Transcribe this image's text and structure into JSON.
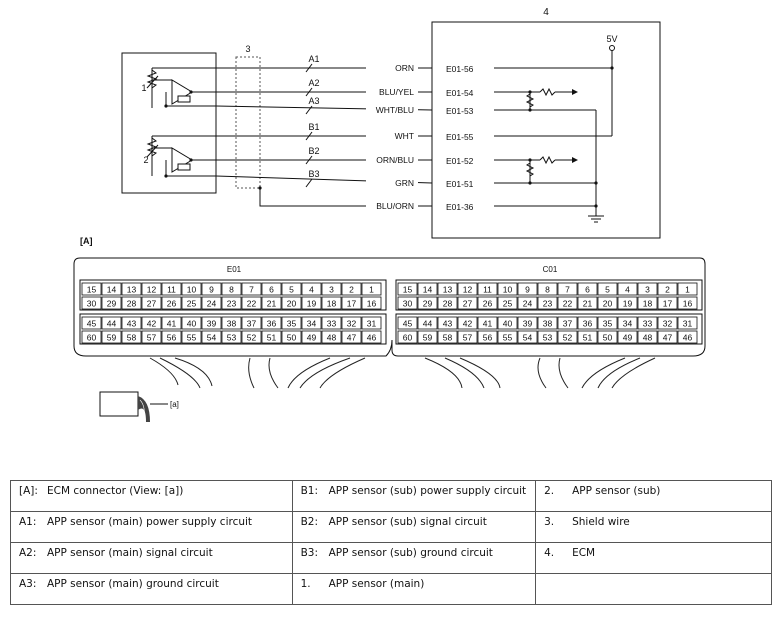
{
  "diagram": {
    "ecm_number": "4",
    "supply_label": "5V",
    "shield_number": "3",
    "sensor_main_number": "1",
    "sensor_sub_number": "2",
    "connector_view_tag": "[A]",
    "view_label": "[a]",
    "wires": [
      {
        "circuit": "A1",
        "color": "ORN",
        "pin": "E01-56"
      },
      {
        "circuit": "A2",
        "color": "BLU/YEL",
        "pin": "E01-54"
      },
      {
        "circuit": "A3",
        "color": "WHT/BLU",
        "pin": "E01-53"
      },
      {
        "circuit": "B1",
        "color": "WHT",
        "pin": "E01-55"
      },
      {
        "circuit": "B2",
        "color": "ORN/BLU",
        "pin": "E01-52"
      },
      {
        "circuit": "B3",
        "color": "GRN",
        "pin": "E01-51"
      },
      {
        "circuit": "",
        "color": "BLU/ORN",
        "pin": "E01-36"
      }
    ],
    "connectors": [
      {
        "name": "E01",
        "rows": [
          [
            "15",
            "14",
            "13",
            "12",
            "11",
            "10",
            "9",
            "8",
            "7",
            "6",
            "5",
            "4",
            "3",
            "2",
            "1"
          ],
          [
            "30",
            "29",
            "28",
            "27",
            "26",
            "25",
            "24",
            "23",
            "22",
            "21",
            "20",
            "19",
            "18",
            "17",
            "16"
          ],
          [
            "45",
            "44",
            "43",
            "42",
            "41",
            "40",
            "39",
            "38",
            "37",
            "36",
            "35",
            "34",
            "33",
            "32",
            "31"
          ],
          [
            "60",
            "59",
            "58",
            "57",
            "56",
            "55",
            "54",
            "53",
            "52",
            "51",
            "50",
            "49",
            "48",
            "47",
            "46"
          ]
        ]
      },
      {
        "name": "C01",
        "rows": [
          [
            "15",
            "14",
            "13",
            "12",
            "11",
            "10",
            "9",
            "8",
            "7",
            "6",
            "5",
            "4",
            "3",
            "2",
            "1"
          ],
          [
            "30",
            "29",
            "28",
            "27",
            "26",
            "25",
            "24",
            "23",
            "22",
            "21",
            "20",
            "19",
            "18",
            "17",
            "16"
          ],
          [
            "45",
            "44",
            "43",
            "42",
            "41",
            "40",
            "39",
            "38",
            "37",
            "36",
            "35",
            "34",
            "33",
            "32",
            "31"
          ],
          [
            "60",
            "59",
            "58",
            "57",
            "56",
            "55",
            "54",
            "53",
            "52",
            "51",
            "50",
            "49",
            "48",
            "47",
            "46"
          ]
        ]
      }
    ]
  },
  "legend": [
    [
      {
        "key": "[A]:",
        "text": "ECM connector (View: [a])"
      },
      {
        "key": "B1:",
        "text": "APP sensor (sub) power supply circuit"
      },
      {
        "key": "2.",
        "text": "APP sensor (sub)"
      }
    ],
    [
      {
        "key": "A1:",
        "text": "APP sensor (main) power supply circuit"
      },
      {
        "key": "B2:",
        "text": "APP sensor (sub) signal circuit"
      },
      {
        "key": "3.",
        "text": "Shield wire"
      }
    ],
    [
      {
        "key": "A2:",
        "text": "APP sensor (main) signal circuit"
      },
      {
        "key": "B3:",
        "text": "APP sensor (sub) ground circuit"
      },
      {
        "key": "4.",
        "text": "ECM"
      }
    ],
    [
      {
        "key": "A3:",
        "text": "APP sensor (main) ground circuit"
      },
      {
        "key": "1.",
        "text": "APP sensor (main)"
      },
      {
        "key": "",
        "text": ""
      }
    ]
  ]
}
